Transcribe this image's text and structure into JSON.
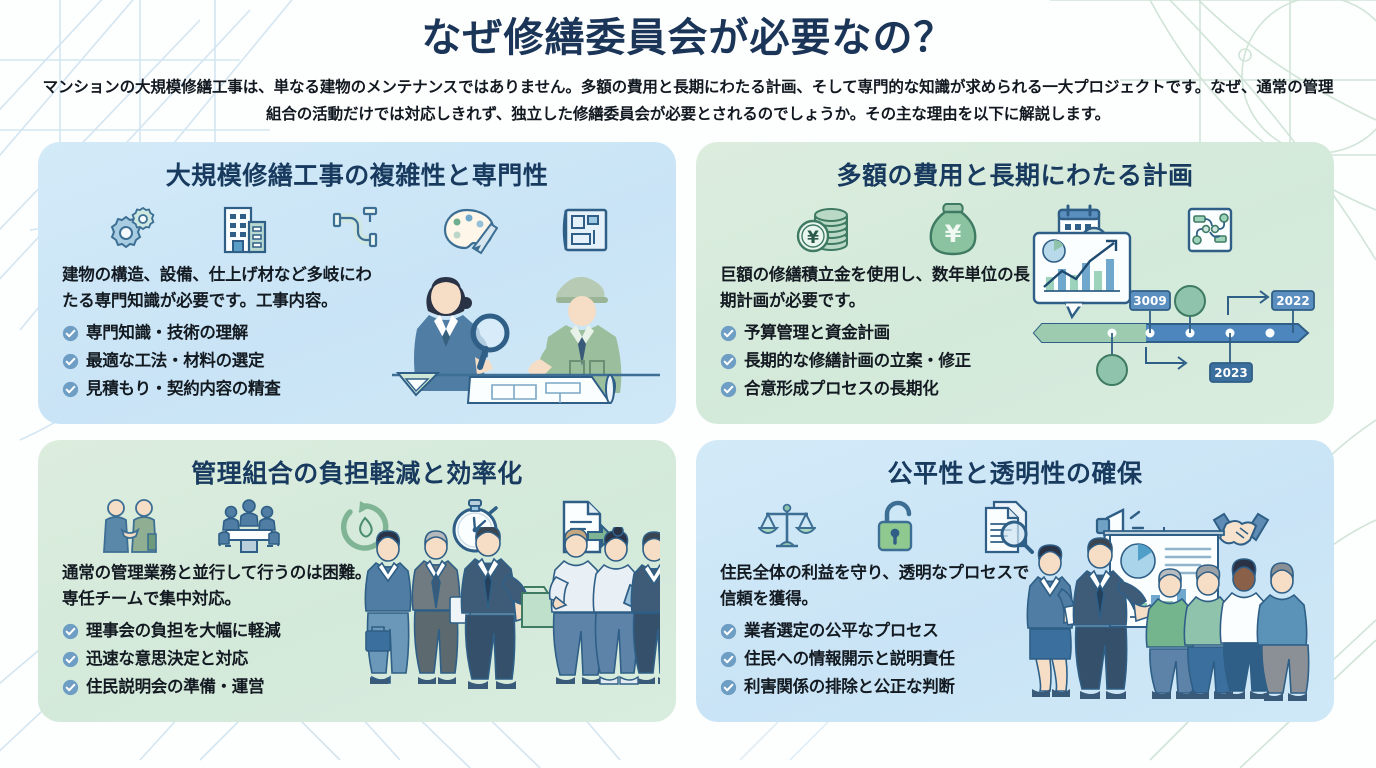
{
  "header": {
    "title": "なぜ修繕委員会が必要なの？",
    "intro": "マンションの大規模修繕工事は、単なる建物のメンテナンスではありません。多額の費用と長期にわたる計画、そして専門的な知識が求められる一大プロジェクトです。なぜ、通常の管理組合の活動だけでは対応しきれず、独立した修繕委員会が必要とされるのでしょうか。その主な理由を以下に解説します。"
  },
  "colors": {
    "title_navy": "#1a3557",
    "card_title_navy": "#173a5e",
    "card_blue_bg": "#cfe8f7",
    "card_green_bg": "#d9edde",
    "bullet_blue": "#6e9ec4",
    "body_text": "#131a21"
  },
  "cards": [
    {
      "id": "complexity",
      "theme": "blue",
      "title": "大規模修繕工事の複雑性と専門性",
      "icons": [
        "gears-icon",
        "building-icon",
        "pipes-icon",
        "paint-palette-icon",
        "blueprint-icon"
      ],
      "description": "建物の構造、設備、仕上げ材など多岐にわたる専門知識が必要です。工事内容。",
      "bullets": [
        "専門知識・技術の理解",
        "最適な工法・材料の選定",
        "見積もり・契約内容の精査"
      ],
      "illustration": "engineer-and-inspector-reviewing-blueprint-illustration"
    },
    {
      "id": "cost-and-plan",
      "theme": "green",
      "title": "多額の費用と長期にわたる計画",
      "icons": [
        "coin-stack-icon",
        "money-bag-icon",
        "calendar-clock-icon",
        "flowchart-icon"
      ],
      "description": "巨額の修繕積立金を使用し、数年単位の長期計画が必要です。",
      "bullets": [
        "予算管理と資金計画",
        "長期的な修繕計画の立案・修正",
        "合意形成プロセスの長期化"
      ],
      "illustration": "growth-chart-and-timeline-illustration",
      "timeline_labels": [
        "3009",
        "2022",
        "2023"
      ]
    },
    {
      "id": "burden-reduction",
      "theme": "green",
      "title": "管理組合の負担軽減と効率化",
      "icons": [
        "handshake-people-icon",
        "meeting-table-icon",
        "refresh-cycle-icon",
        "stopwatch-icon",
        "document-arrow-icon"
      ],
      "description": "通常の管理業務と並行して行うのは困難。専任チームで集中対応。",
      "bullets": [
        "理事会の負担を大幅に軽減",
        "迅速な意思決定と対応",
        "住民説明会の準備・運営"
      ],
      "illustration": "team-handing-over-documents-illustration"
    },
    {
      "id": "fairness",
      "theme": "blue",
      "title": "公平性と透明性の確保",
      "icons": [
        "scales-icon",
        "unlocked-padlock-icon",
        "document-magnifier-icon",
        "megaphone-icon",
        "handshake-icon"
      ],
      "description": "住民全体の利益を守り、透明なプロセスで信頼を獲得。",
      "bullets": [
        "業者選定の公平なプロセス",
        "住民への情報開示と説明責任",
        "利害関係の排除と公正な判断"
      ],
      "illustration": "presentation-to-residents-illustration"
    }
  ]
}
